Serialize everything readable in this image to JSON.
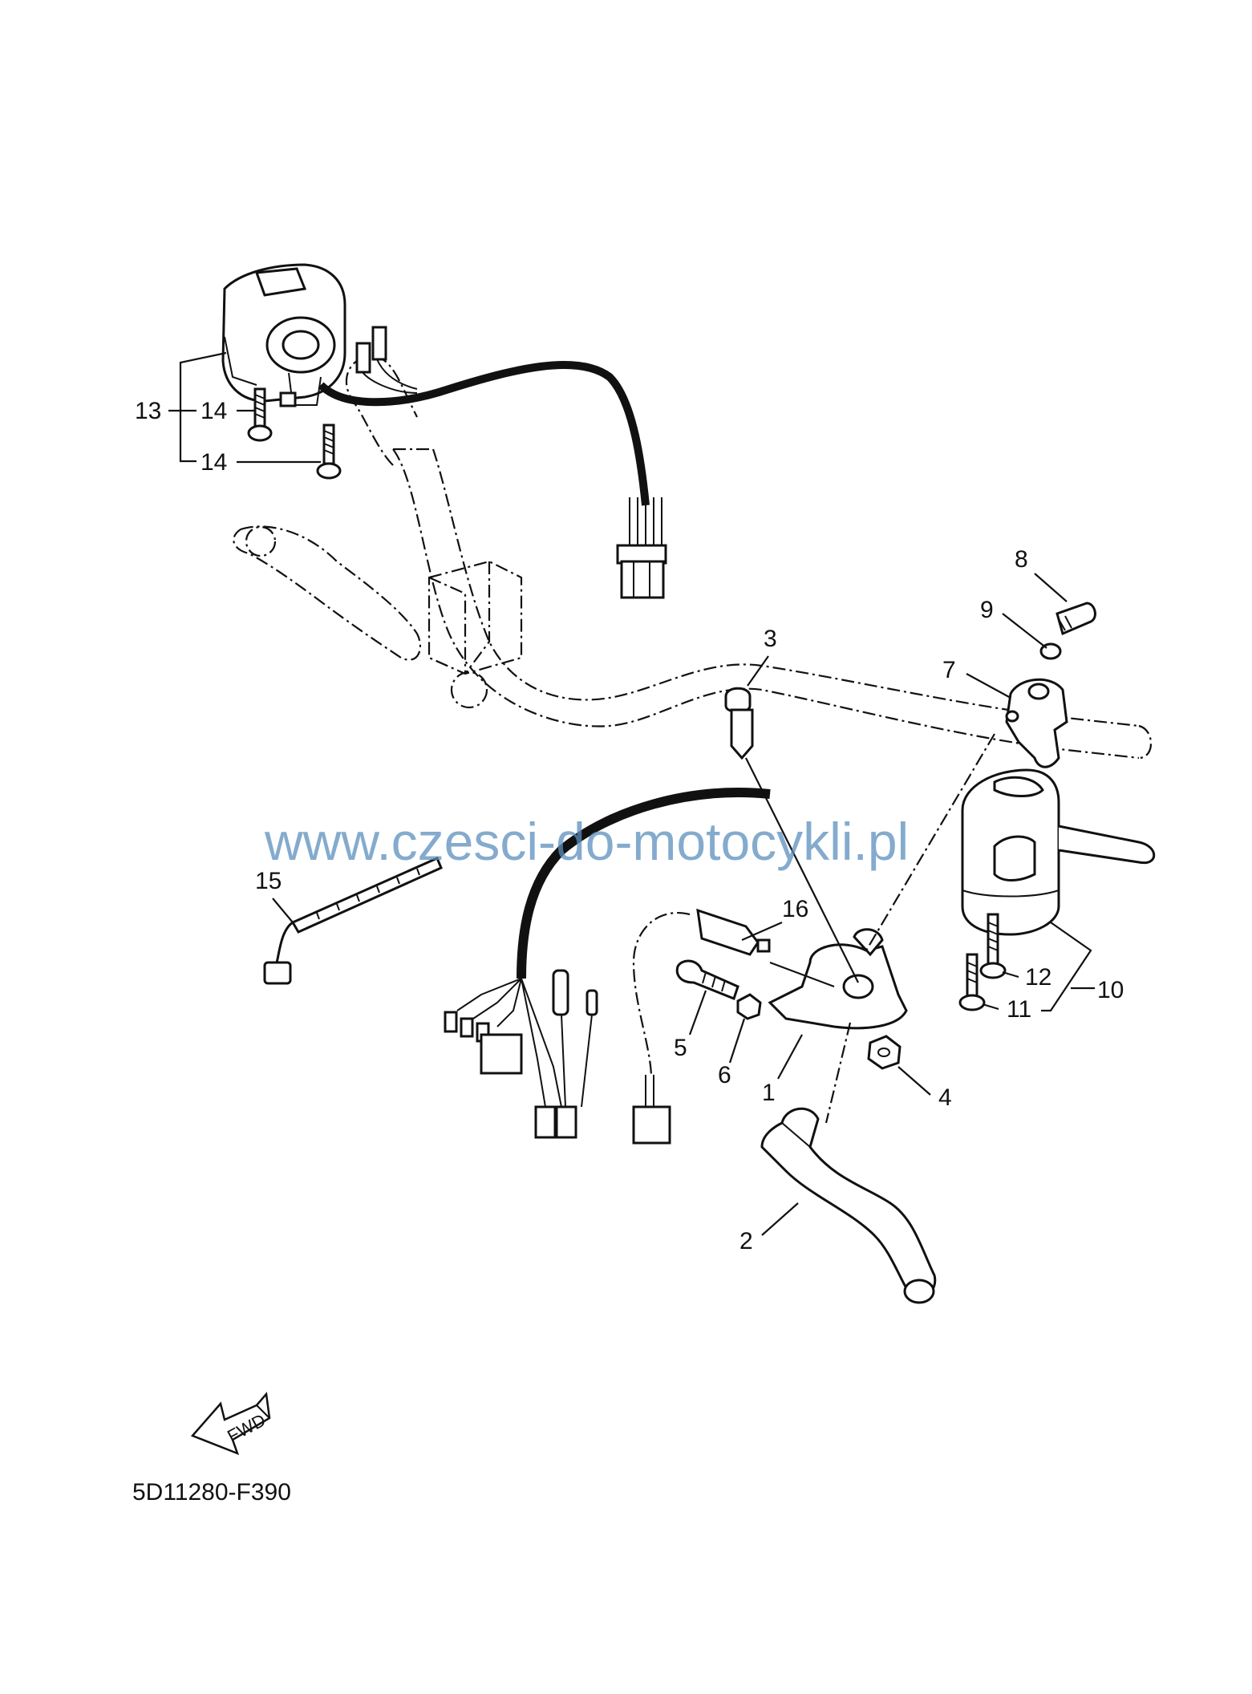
{
  "watermark": "www.czesci-do-motocykli.pl",
  "diagram_code": "5D11280-F390",
  "fwd_arrow_text": "FWD",
  "callouts": {
    "c1": "1",
    "c2": "2",
    "c3": "3",
    "c4": "4",
    "c5": "5",
    "c6": "6",
    "c7": "7",
    "c8": "8",
    "c9": "9",
    "c10": "10",
    "c11": "11",
    "c12": "12",
    "c13": "13",
    "c14a": "14",
    "c14b": "14",
    "c15": "15",
    "c16": "16"
  }
}
